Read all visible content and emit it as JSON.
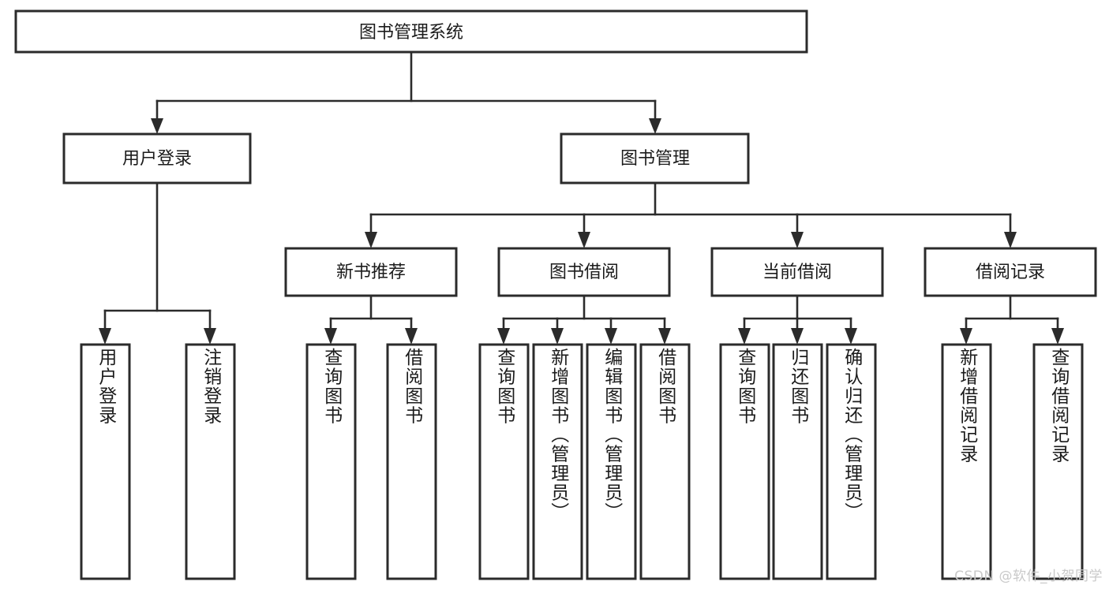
{
  "diagram": {
    "type": "tree-hierarchy-chart",
    "title": "图书管理系统",
    "watermark": "CSDN @软件_小贺同学",
    "colors": {
      "stroke": "#2b2b2b",
      "fill": "#ffffff",
      "text": "#1b1b1b",
      "watermark": "#c9c9c9",
      "background": "#ffffff"
    },
    "root": {
      "label": "图书管理系统"
    },
    "level2": [
      {
        "id": "user-login",
        "label": "用户登录"
      },
      {
        "id": "book-manage",
        "label": "图书管理"
      }
    ],
    "level3": [
      {
        "id": "new-book-recommend",
        "label": "新书推荐"
      },
      {
        "id": "book-borrow",
        "label": "图书借阅"
      },
      {
        "id": "current-borrow",
        "label": "当前借阅"
      },
      {
        "id": "borrow-record",
        "label": "借阅记录"
      }
    ],
    "leaves": {
      "user-login": [
        {
          "id": "leaf-user-login",
          "label": "用户登录"
        },
        {
          "id": "leaf-logout",
          "label": "注销登录"
        }
      ],
      "new-book-recommend": [
        {
          "id": "leaf-query-book-1",
          "label": "查询图书"
        },
        {
          "id": "leaf-borrow-book-1",
          "label": "借阅图书"
        }
      ],
      "book-borrow": [
        {
          "id": "leaf-query-book-2",
          "label": "查询图书"
        },
        {
          "id": "leaf-add-book",
          "label": "新增图书（管理员）"
        },
        {
          "id": "leaf-edit-book",
          "label": "编辑图书（管理员）"
        },
        {
          "id": "leaf-borrow-book-2",
          "label": "借阅图书"
        }
      ],
      "current-borrow": [
        {
          "id": "leaf-query-book-3",
          "label": "查询图书"
        },
        {
          "id": "leaf-return-book",
          "label": "归还图书"
        },
        {
          "id": "leaf-confirm-return",
          "label": "确认归还（管理员）"
        }
      ],
      "borrow-record": [
        {
          "id": "leaf-add-record",
          "label": "新增借阅记录"
        },
        {
          "id": "leaf-query-record",
          "label": "查询借阅记录"
        }
      ]
    }
  }
}
